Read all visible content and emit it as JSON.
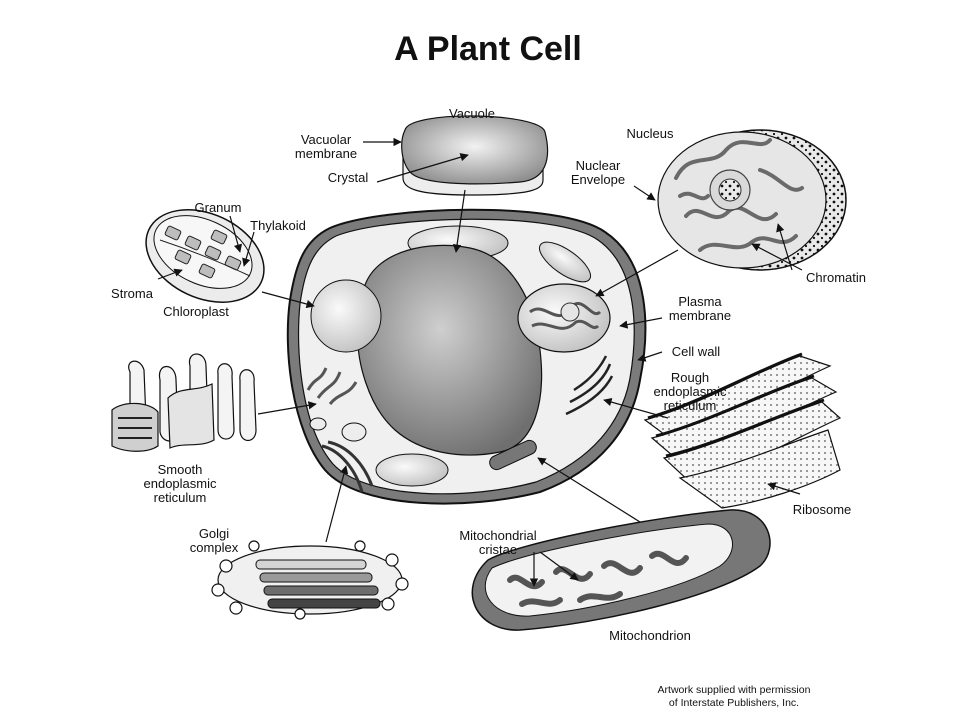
{
  "title": "A Plant Cell",
  "labels": {
    "vacuole": "Vacuole",
    "vacuolar_membrane_1": "Vacuolar",
    "vacuolar_membrane_2": "membrane",
    "crystal": "Crystal",
    "nucleus": "Nucleus",
    "nuclear_envelope_1": "Nuclear",
    "nuclear_envelope_2": "Envelope",
    "granum": "Granum",
    "thylakoid": "Thylakoid",
    "stroma": "Stroma",
    "chloroplast": "Chloroplast",
    "chromatin": "Chromatin",
    "plasma_membrane_1": "Plasma",
    "plasma_membrane_2": "membrane",
    "cell_wall": "Cell wall",
    "rough_er_1": "Rough",
    "rough_er_2": "endoplasmic",
    "rough_er_3": "reticulum",
    "smooth_er_1": "Smooth",
    "smooth_er_2": "endoplasmic",
    "smooth_er_3": "reticulum",
    "ribosome": "Ribosome",
    "golgi_1": "Golgi",
    "golgi_2": "complex",
    "mito_cristae_1": "Mitochondrial",
    "mito_cristae_2": "cristae",
    "mitochondrion": "Mitochondrion"
  },
  "credit": {
    "line1": "Artwork supplied with permission",
    "line2": "of Interstate Publishers, Inc."
  },
  "colors": {
    "ink": "#111111",
    "vacuole_fill": "#8a8a8a",
    "cell_fill": "#f1f1f1",
    "organelle_fill": "#cfcfcf"
  }
}
